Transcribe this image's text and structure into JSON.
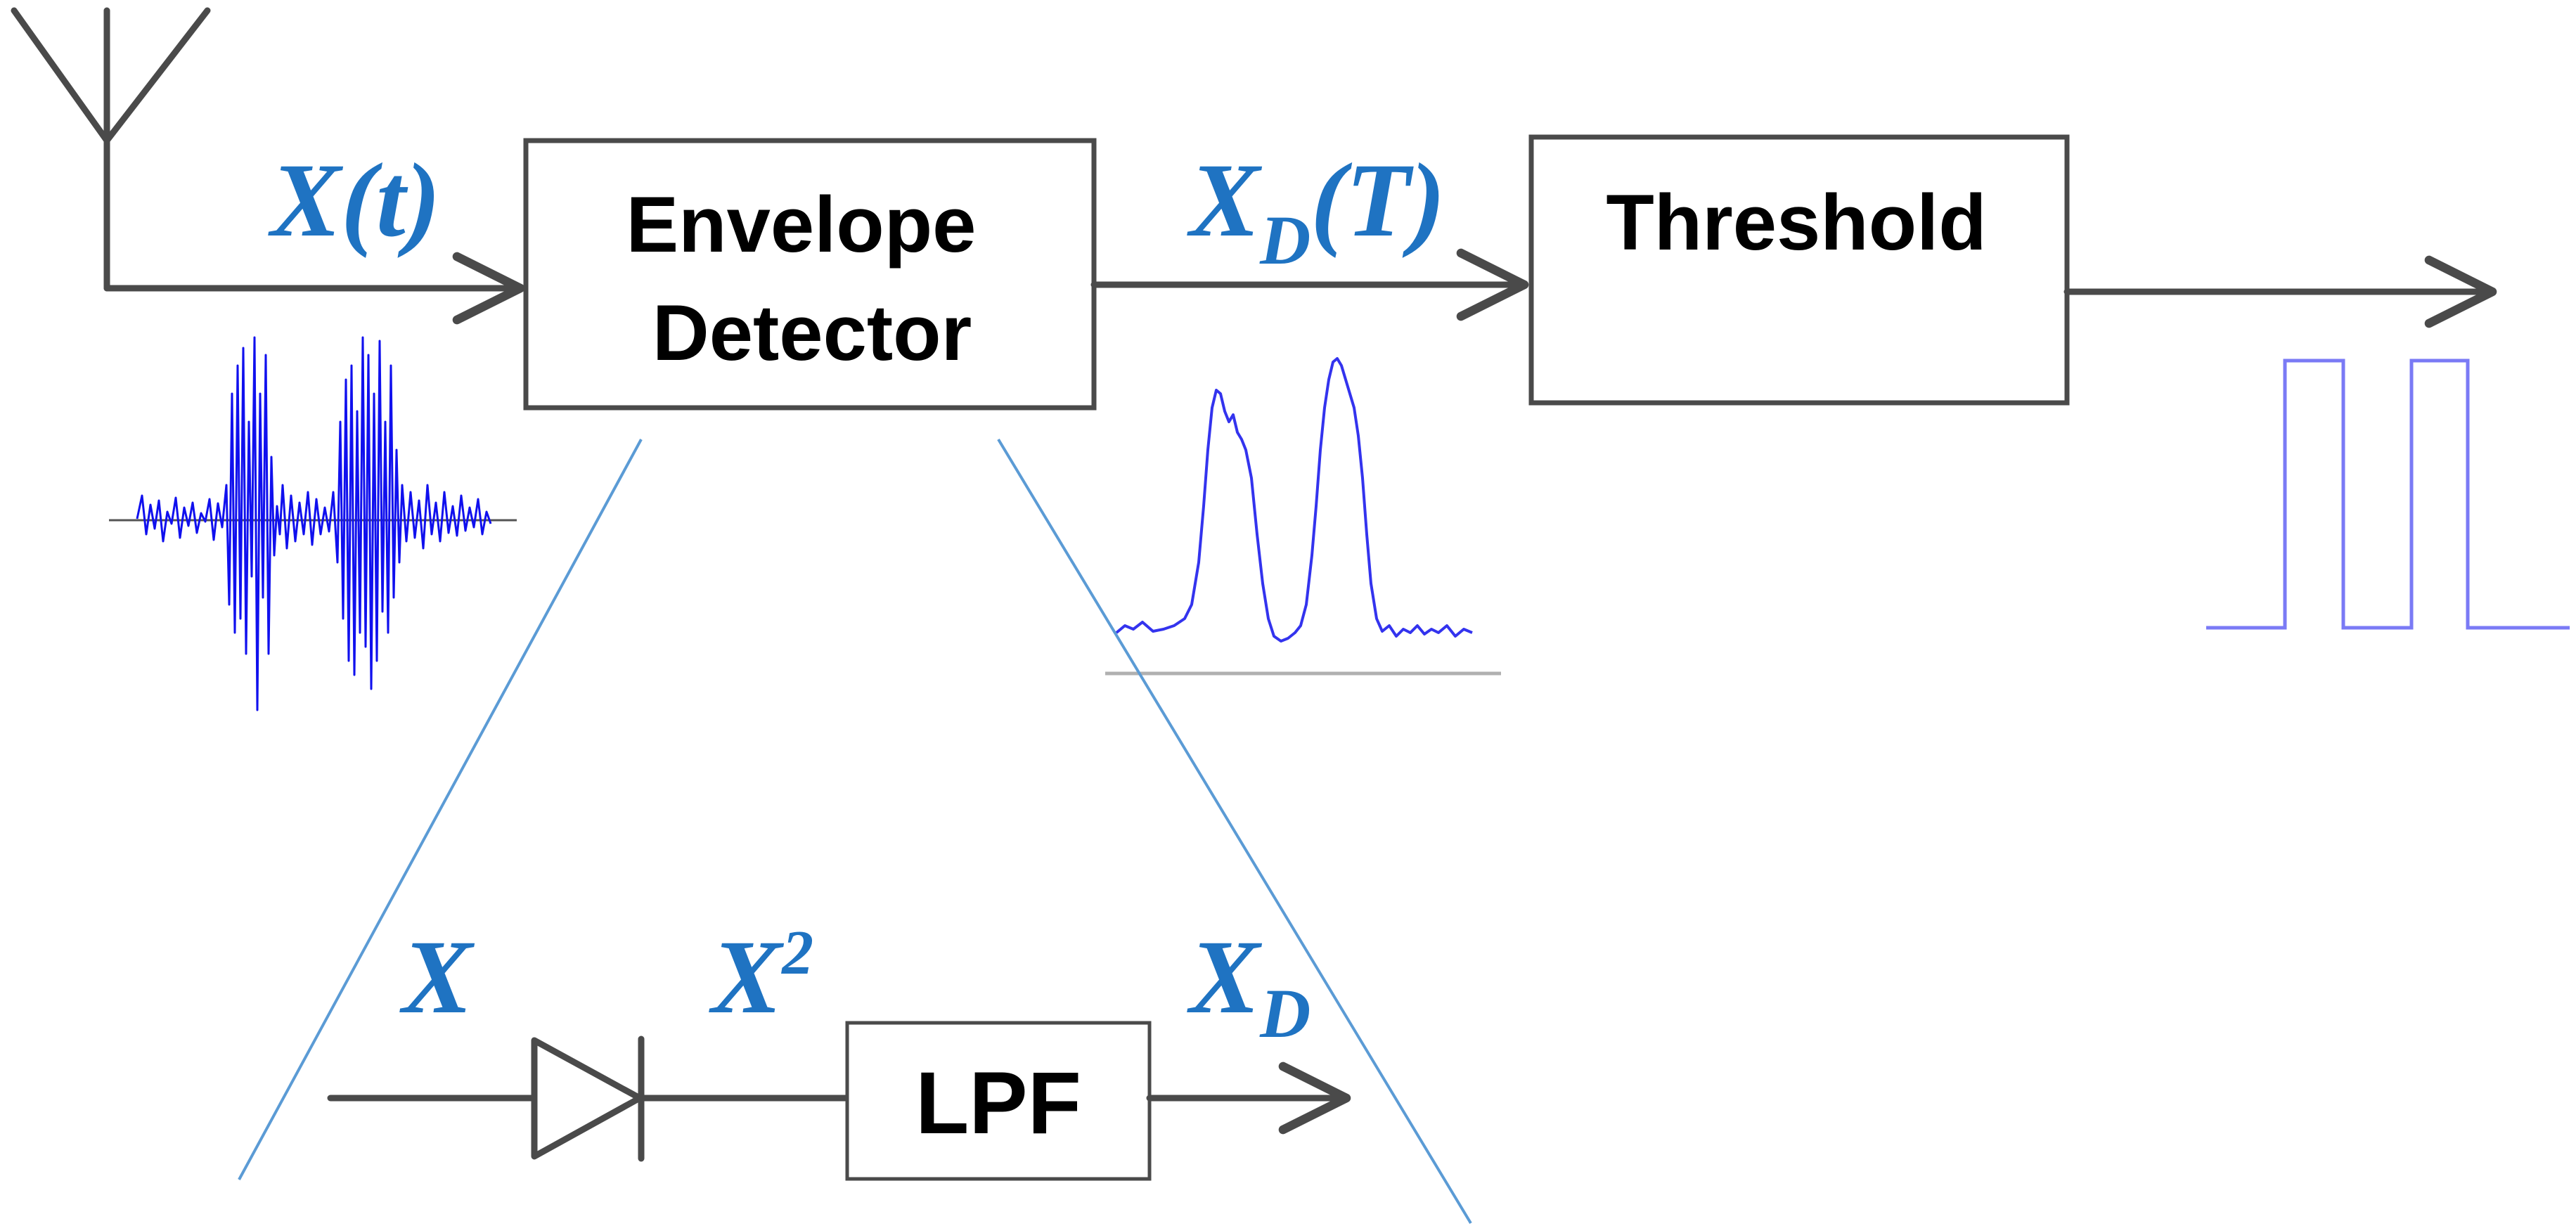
{
  "blocks": {
    "envelope_detector": [
      "Envelope",
      "Detector"
    ],
    "threshold": "Threshold",
    "lpf": "LPF"
  },
  "signals": {
    "input": {
      "main": "X",
      "paren_open": "(",
      "arg": "t",
      "paren_close": ")"
    },
    "detected": {
      "main": "X",
      "sub": "D",
      "paren_open": "(",
      "arg": "T",
      "paren_close": ")"
    },
    "inner_input": {
      "main": "X"
    },
    "inner_squared": {
      "main": "X",
      "sup": "2"
    },
    "inner_output": {
      "main": "X",
      "sub": "D"
    }
  },
  "colors": {
    "label_blue": "#1f73c2",
    "wire_grey": "#4a4a4a",
    "waveform_blue": "#1010ee",
    "zoom_line_blue": "#5b9bd5"
  },
  "icons": {
    "antenna": "antenna-icon",
    "diode": "diode-icon"
  }
}
